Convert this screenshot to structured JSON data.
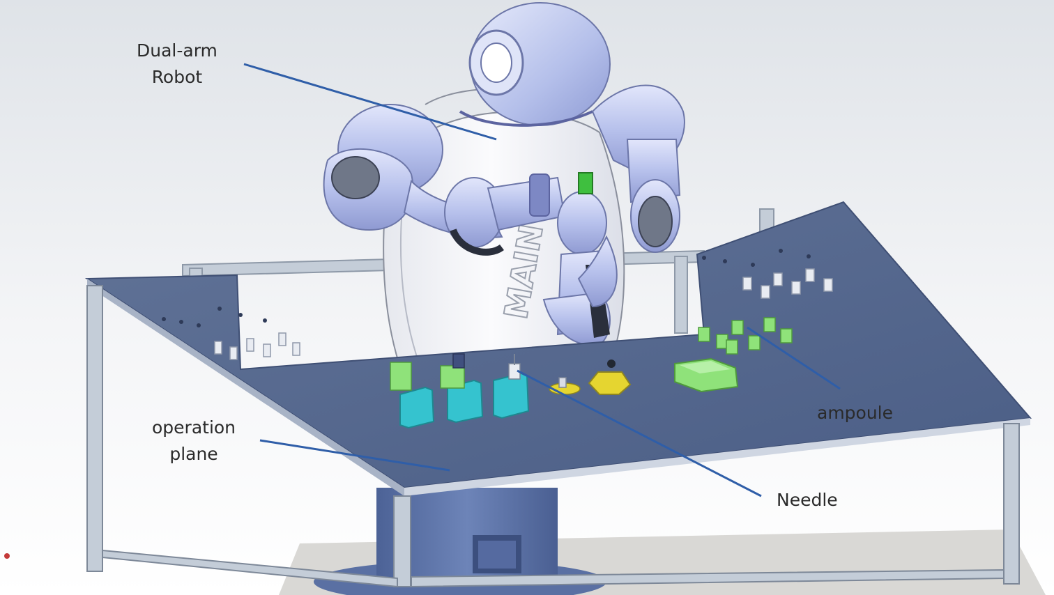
{
  "labels": {
    "robot": {
      "line1": "Dual-arm",
      "line2": "Robot"
    },
    "plane": {
      "line1": "operation",
      "line2": "plane"
    },
    "ampoule": "ampoule",
    "needle": "Needle"
  },
  "robot_chest_text": "MAIN",
  "colors": {
    "leader_line": "#2f5ea8",
    "table_top": "#56698f",
    "robot_body": "#f5f6fa",
    "robot_arm": "#b9c3ec",
    "frame": "#bcc6d2",
    "fixture_cyan": "#35c3cf",
    "fixture_green": "#8fe27a",
    "fixture_yellow": "#e5d530",
    "base": "#5d74a6"
  }
}
